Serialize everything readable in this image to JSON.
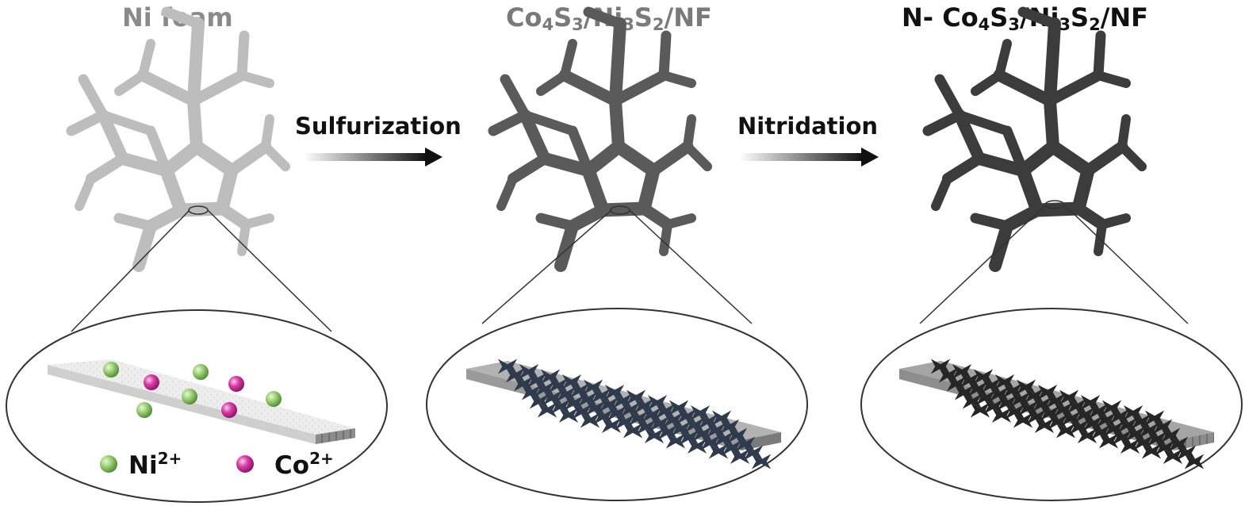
{
  "panels": [
    {
      "id": "ni-foam",
      "title": "Ni foam",
      "title_color": "#8a8a8a",
      "foam_color": "#bdbdbd"
    },
    {
      "id": "sulfide",
      "title_parts": [
        "Co",
        "4",
        "S",
        "3",
        "/Ni",
        "3",
        "S",
        "2",
        "/NF"
      ],
      "title_color": "#7a7a7a",
      "foam_color": "#5a5a5a"
    },
    {
      "id": "nitrided",
      "title_parts": [
        "N- Co",
        "4",
        "S",
        "3",
        "/Ni",
        "3",
        "S",
        "2",
        "/NF"
      ],
      "title_color": "#111111",
      "foam_color": "#3c3c3c"
    }
  ],
  "steps": [
    {
      "label": "Sulfurization"
    },
    {
      "label": "Nitridation"
    }
  ],
  "legend": {
    "ni": {
      "text": "Ni",
      "charge": "2+",
      "color": "#8fc56a"
    },
    "co": {
      "text": "Co",
      "charge": "2+",
      "color": "#d33aa0"
    }
  },
  "colors": {
    "substrate_top_1": "#ececec",
    "substrate_top_2": "#a9a9a9",
    "substrate_top_3": "#9d9d9d",
    "nanosheet_2": "#2f3b4c",
    "nanosheet_3": "#262626"
  }
}
